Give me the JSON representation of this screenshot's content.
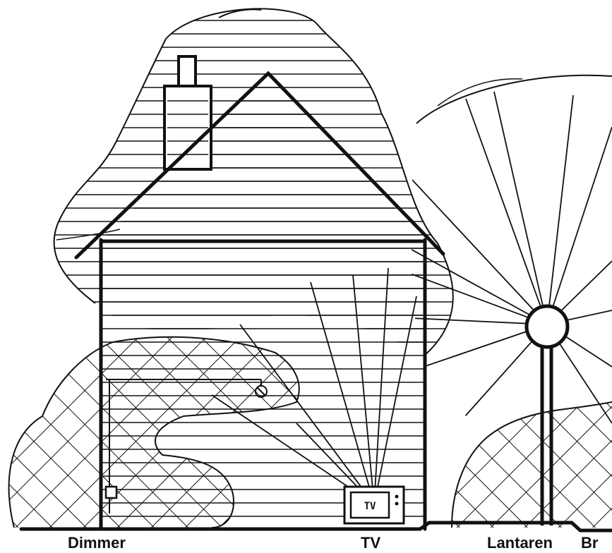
{
  "labels": {
    "dimmer": "Dimmer",
    "tv": "TV",
    "lantaren": "Lantaren",
    "brug": "Br"
  },
  "tv_screen_text": "TV",
  "colors": {
    "ink": "#111111",
    "background": "#ffffff"
  }
}
